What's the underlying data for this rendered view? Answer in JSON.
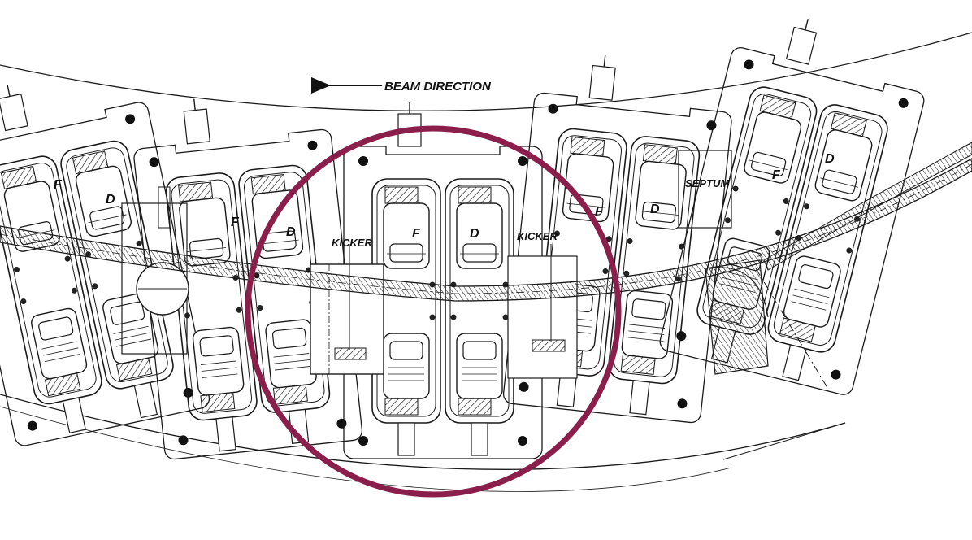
{
  "labels": {
    "beam_direction": "BEAM DIRECTION",
    "kicker_left": "KICKER",
    "kicker_right": "KICKER",
    "septum": "SEPTUM"
  },
  "magnets": {
    "f1": "F",
    "d1": "D",
    "f2": "F",
    "d2": "D",
    "f3": "F",
    "d3": "D",
    "f4": "F",
    "d4": "D",
    "f5": "F",
    "d5": "D"
  },
  "colors": {
    "highlight_circle": "#8b1f4c",
    "line": "#1a1a1a"
  }
}
